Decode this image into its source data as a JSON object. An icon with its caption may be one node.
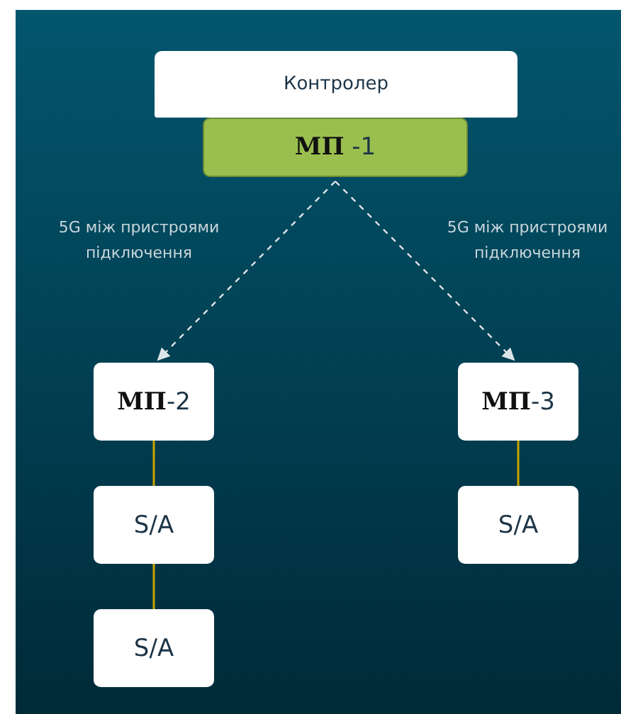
{
  "diagram": {
    "nodes": [
      {
        "text": [
          "Контролер"
        ]
      },
      {
        "text": [
          "**МП** -1"
        ]
      },
      {
        "text": [
          "**МП**-2"
        ]
      },
      {
        "text": [
          "S/A"
        ]
      },
      {
        "text": [
          "S/A"
        ]
      },
      {
        "text": [
          "**МП**-3"
        ]
      },
      {
        "text": [
          "S/A"
        ]
      }
    ],
    "edges": [
      {
        "from": 1,
        "to": 2,
        "arrow": "to",
        "style": "dashed",
        "color": "#dde4e8",
        "label": "5G між пристроями підключення"
      },
      {
        "from": 1,
        "to": 5,
        "arrow": "to",
        "style": "dashed",
        "color": "#dde4e8",
        "label": "5G між пристроями підключення"
      },
      {
        "from": 2,
        "to": 3,
        "arrow": "none"
      },
      {
        "from": 3,
        "to": 4,
        "arrow": "none"
      },
      {
        "from": 5,
        "to": 6,
        "arrow": "none"
      }
    ]
  }
}
